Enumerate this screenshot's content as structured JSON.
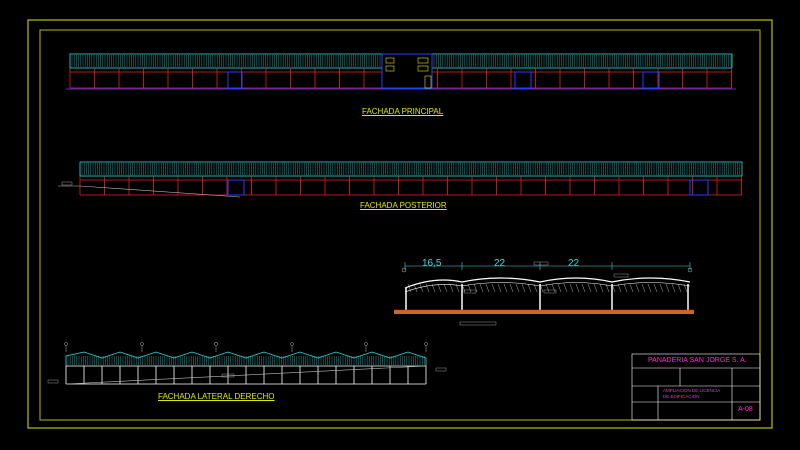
{
  "views": {
    "front_title": "FACHADA PRINCIPAL",
    "rear_title": "FACHADA POSTERIOR",
    "side_title": "FACHADA LATERAL DERECHO"
  },
  "section": {
    "dim_1": "16,5",
    "dim_2": "22",
    "dim_3": "22"
  },
  "title_block": {
    "client": "PANADERIA SAN JORGE S. A.",
    "project_line_1": "AMPLIACION DE LICENCIA",
    "project_line_2": "DE EDIFICACION",
    "sheet_number": "A-08"
  },
  "colors": {
    "frame": "#e6e600",
    "roof": "#2ee0e0",
    "wall": "#e8202a",
    "door": "#2a3cff",
    "ground": "#c86a20",
    "title_text": "#ff2bd6"
  }
}
